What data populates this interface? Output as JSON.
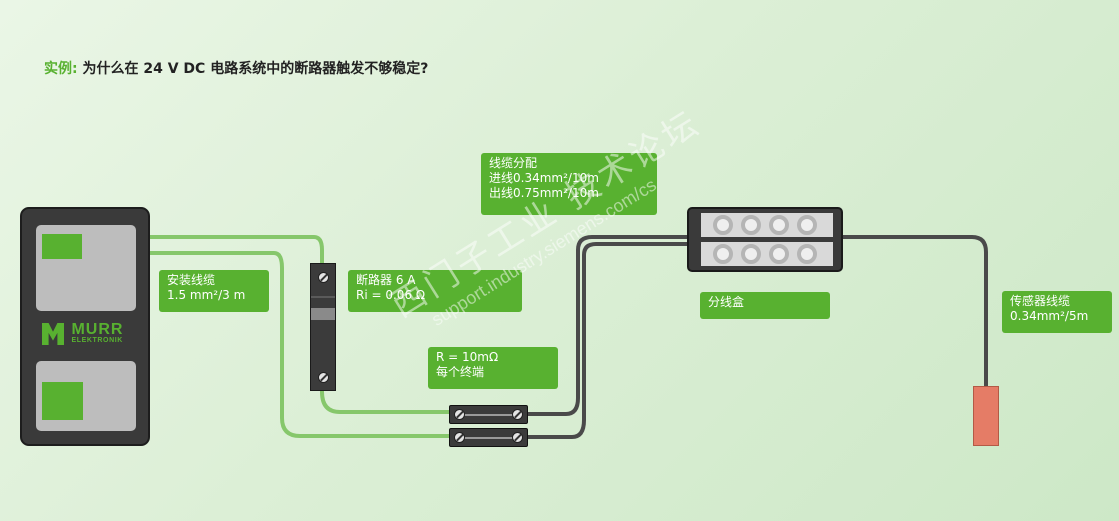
{
  "title": {
    "prefix": "实例:",
    "text": "为什么在 24 V DC 电路系统中的断路器触发不够稳定?"
  },
  "brand": {
    "word": "MURR",
    "sub": "ELEKTRONIK"
  },
  "labels": {
    "install_cable": {
      "line1": "安装线缆",
      "line2": "1.5 mm²/3 m"
    },
    "breaker": {
      "line1": "断路器 6 A",
      "line2": "Ri = 0.06 Ω"
    },
    "cable_distribution": {
      "line1": "线缆分配",
      "line2": "进线0.34mm²/10m",
      "line3": "出线0.75mm²/10m"
    },
    "terminal": {
      "line1": "R = 10mΩ",
      "line2": "每个终端"
    },
    "junction_box": {
      "line1": "分线盒"
    },
    "sensor_cable": {
      "line1": "传感器线缆",
      "line2": "0.34mm²/5m"
    }
  },
  "watermark": {
    "cn": "西门子工业 技术论坛",
    "url": "support.industry.siemens.com/cs"
  },
  "colors": {
    "accent_green": "#58b130",
    "wire_light": "#86c76b",
    "wire_dark": "#4a4a4a",
    "sensor": "#e57c66"
  }
}
